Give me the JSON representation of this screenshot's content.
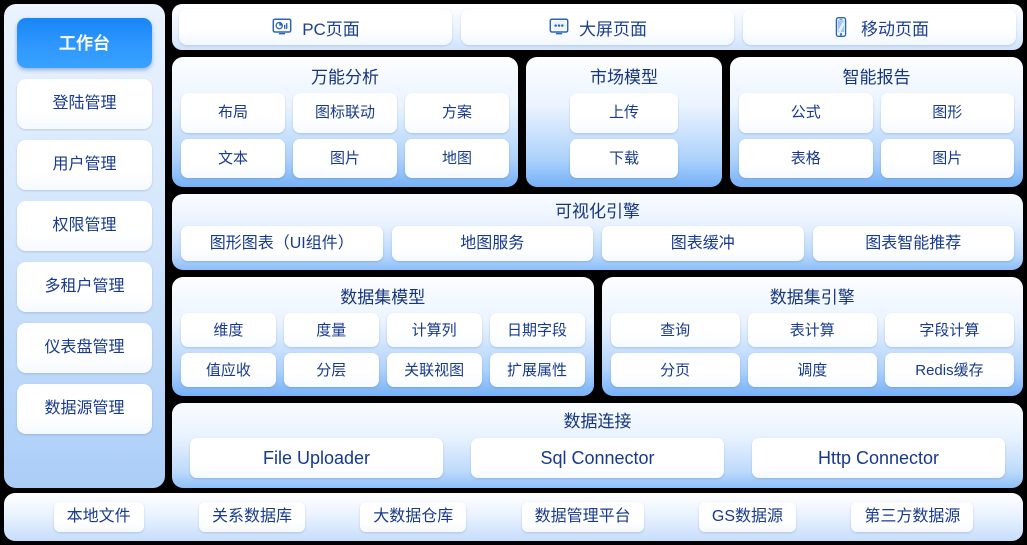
{
  "sidebar": {
    "items": [
      {
        "label": "工作台",
        "active": true
      },
      {
        "label": "登陆管理",
        "active": false
      },
      {
        "label": "用户管理",
        "active": false
      },
      {
        "label": "权限管理",
        "active": false
      },
      {
        "label": "多租户管理",
        "active": false
      },
      {
        "label": "仪表盘管理",
        "active": false
      },
      {
        "label": "数据源管理",
        "active": false
      }
    ]
  },
  "tabs": [
    {
      "label": "PC页面",
      "icon": "monitor-chart-icon"
    },
    {
      "label": "大屏页面",
      "icon": "big-screen-icon"
    },
    {
      "label": "移动页面",
      "icon": "mobile-phone-icon"
    }
  ],
  "groups": [
    {
      "title": "万能分析",
      "rows": [
        [
          "布局",
          "图标联动",
          "方案"
        ],
        [
          "文本",
          "图片",
          "地图"
        ]
      ]
    },
    {
      "title": "市场模型",
      "rows": [
        [
          "上传"
        ],
        [
          "下载"
        ]
      ]
    },
    {
      "title": "智能报告",
      "rows": [
        [
          "公式",
          "图形"
        ],
        [
          "表格",
          "图片"
        ]
      ]
    }
  ],
  "visual_engine": {
    "title": "可视化引擎",
    "items": [
      "图形图表（UI组件）",
      "地图服务",
      "图表缓冲",
      "图表智能推荐"
    ]
  },
  "dataset": [
    {
      "title": "数据集模型",
      "rows": [
        [
          "维度",
          "度量",
          "计算列",
          "日期字段"
        ],
        [
          "值应收",
          "分层",
          "关联视图",
          "扩展属性"
        ]
      ]
    },
    {
      "title": "数据集引擎",
      "rows": [
        [
          "查询",
          "表计算",
          "字段计算"
        ],
        [
          "分页",
          "调度",
          "Redis缓存"
        ]
      ]
    }
  ],
  "data_connect": {
    "title": "数据连接",
    "items": [
      "File Uploader",
      "Sql Connector",
      "Http Connector"
    ]
  },
  "bottom": {
    "items": [
      "本地文件",
      "关系数据库",
      "大数据仓库",
      "数据管理平台",
      "GS数据源",
      "第三方数据源"
    ]
  },
  "colors": {
    "accent": "#1786f5",
    "text_blue": "#16357f",
    "page_bg": "#000000",
    "panel_blue": "#76b1f7"
  }
}
